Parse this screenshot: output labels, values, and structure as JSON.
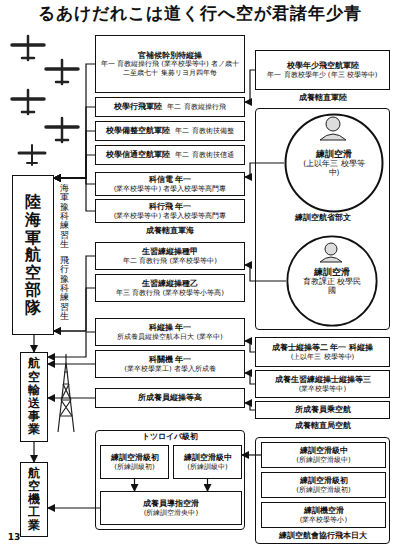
{
  "diagram": {
    "title": "るあけだれこは道く行へ空が君諸年少青",
    "nodes": [
      {
        "text": [
          "陸海軍航空部隊"
        ]
      },
      {
        "text": [
          "航空輸送事業"
        ]
      },
      {
        "text": [
          "航空機工業"
        ]
      },
      {
        "text": [
          "官補候幹別特縦操",
          "年一 育教縦操行飛 (業卒校學等中) 者ノ歳十二至歳七十 集募リヨ月四年每"
        ]
      },
      {
        "text": [
          "校學行飛軍陸",
          "年二 育教縦操行飛"
        ]
      },
      {
        "text": [
          "校學備整空航軍陸",
          "年二 育教術技備整"
        ]
      },
      {
        "text": [
          "校學信通空航軍陸",
          "年二 育教術技信通"
        ]
      },
      {
        "text": [
          "科信電 年一",
          "(業卒校學等中) 者學入校學等高門專"
        ]
      },
      {
        "text": [
          "科行飛 年一",
          "(業卒校學等中) 者學入校學等高門專"
        ]
      },
      {
        "text": [
          "生習練縦操種甲",
          "年二 育教行飛 (業卒校學等中)"
        ]
      },
      {
        "text": [
          "生習練縦操種乙",
          "年三 育教行飛 (業卒校學等小等高)"
        ]
      },
      {
        "text": [
          "科縦操 年一",
          "所成養員縦操空航本日大 (業卒中)"
        ]
      },
      {
        "text": [
          "科關機 年一",
          "(業卒校學業工) 者學入所成養"
        ]
      },
      {
        "text": [
          "所成養員縦操等高"
        ]
      },
      {
        "text": [
          "校學年少飛空航軍陸",
          "年一 育教校學年少 (年三 校學等中)"
        ]
      },
      {
        "text": [
          "練訓空航省部文"
        ]
      },
      {
        "text": [
          "練訓空滑",
          "(上以年三 校學等中)"
        ],
        "in": 15
      },
      {
        "text": [
          "練訓空滑",
          "育教課正 校學民國"
        ],
        "in": 15
      },
      {
        "text": [
          "成養士縦操等二 年一 科縦操",
          "(上以年三 校學等中)"
        ]
      },
      {
        "text": [
          "成養生習練縦操士縦操等三",
          "(業卒校學等中)"
        ]
      },
      {
        "text": [
          "所成養員乘空航"
        ]
      },
      {
        "text": [
          "トツロイパ級初"
        ]
      },
      {
        "text": [
          "練訓空滑級初",
          "(所練訓級初)"
        ],
        "in": 21
      },
      {
        "text": [
          "練訓空滑級中",
          "(所練訓級中)"
        ],
        "in": 21
      },
      {
        "text": [
          "成養員導指空滑",
          "(所練訓空滑央中)"
        ],
        "in": 21
      },
      {
        "text": [
          "練訓空航會協行飛本日大"
        ]
      },
      {
        "text": [
          "練訓空滑級中",
          "(所練訓空滑級中)"
        ],
        "in": 25
      },
      {
        "text": [
          "練訓空滑級初",
          "(所練訓空滑級初)"
        ],
        "in": 25
      },
      {
        "text": [
          "練訓機空滑",
          "(業卒校學等小)"
        ],
        "in": 25
      }
    ],
    "edges": [
      {
        "from": 3,
        "to": 0,
        "arrow": "to"
      },
      {
        "from": 4,
        "to": 0,
        "arrow": "to"
      },
      {
        "from": 5,
        "to": 0,
        "arrow": "to"
      },
      {
        "from": 6,
        "to": 0,
        "arrow": "to"
      },
      {
        "from": 7,
        "to": 0,
        "arrow": "to"
      },
      {
        "from": 8,
        "to": 0,
        "arrow": "to"
      },
      {
        "from": 9,
        "to": 0,
        "arrow": "to"
      },
      {
        "from": 10,
        "to": 0,
        "arrow": "to"
      },
      {
        "from": 0,
        "to": 1,
        "arrow": "to"
      },
      {
        "from": 1,
        "to": 2,
        "arrow": "to"
      },
      {
        "from": 11,
        "to": 1,
        "arrow": "to"
      },
      {
        "from": 12,
        "to": 1,
        "arrow": "to"
      },
      {
        "from": 13,
        "to": 1,
        "arrow": "to"
      },
      {
        "from": 14,
        "to": 4,
        "arrow": "to"
      },
      {
        "from": 16,
        "to": 7,
        "arrow": "to"
      },
      {
        "from": 17,
        "to": 9,
        "arrow": "to"
      },
      {
        "from": 18,
        "to": 11,
        "arrow": "to"
      },
      {
        "from": 19,
        "to": 12,
        "arrow": "to"
      },
      {
        "from": 20,
        "to": 13,
        "arrow": "to"
      },
      {
        "from": 22,
        "to": 24,
        "arrow": "to"
      },
      {
        "from": 23,
        "to": 24,
        "arrow": "to"
      },
      {
        "from": 24,
        "to": 2,
        "arrow": "to"
      },
      {
        "from": 26,
        "to": 23,
        "arrow": "to"
      }
    ],
    "labels": [
      "成養轄直軍陸",
      "成養轄直軍海",
      "成養轄直局空航",
      "海軍豫科練習生",
      "飛行豫科練習生",
      "13"
    ]
  }
}
